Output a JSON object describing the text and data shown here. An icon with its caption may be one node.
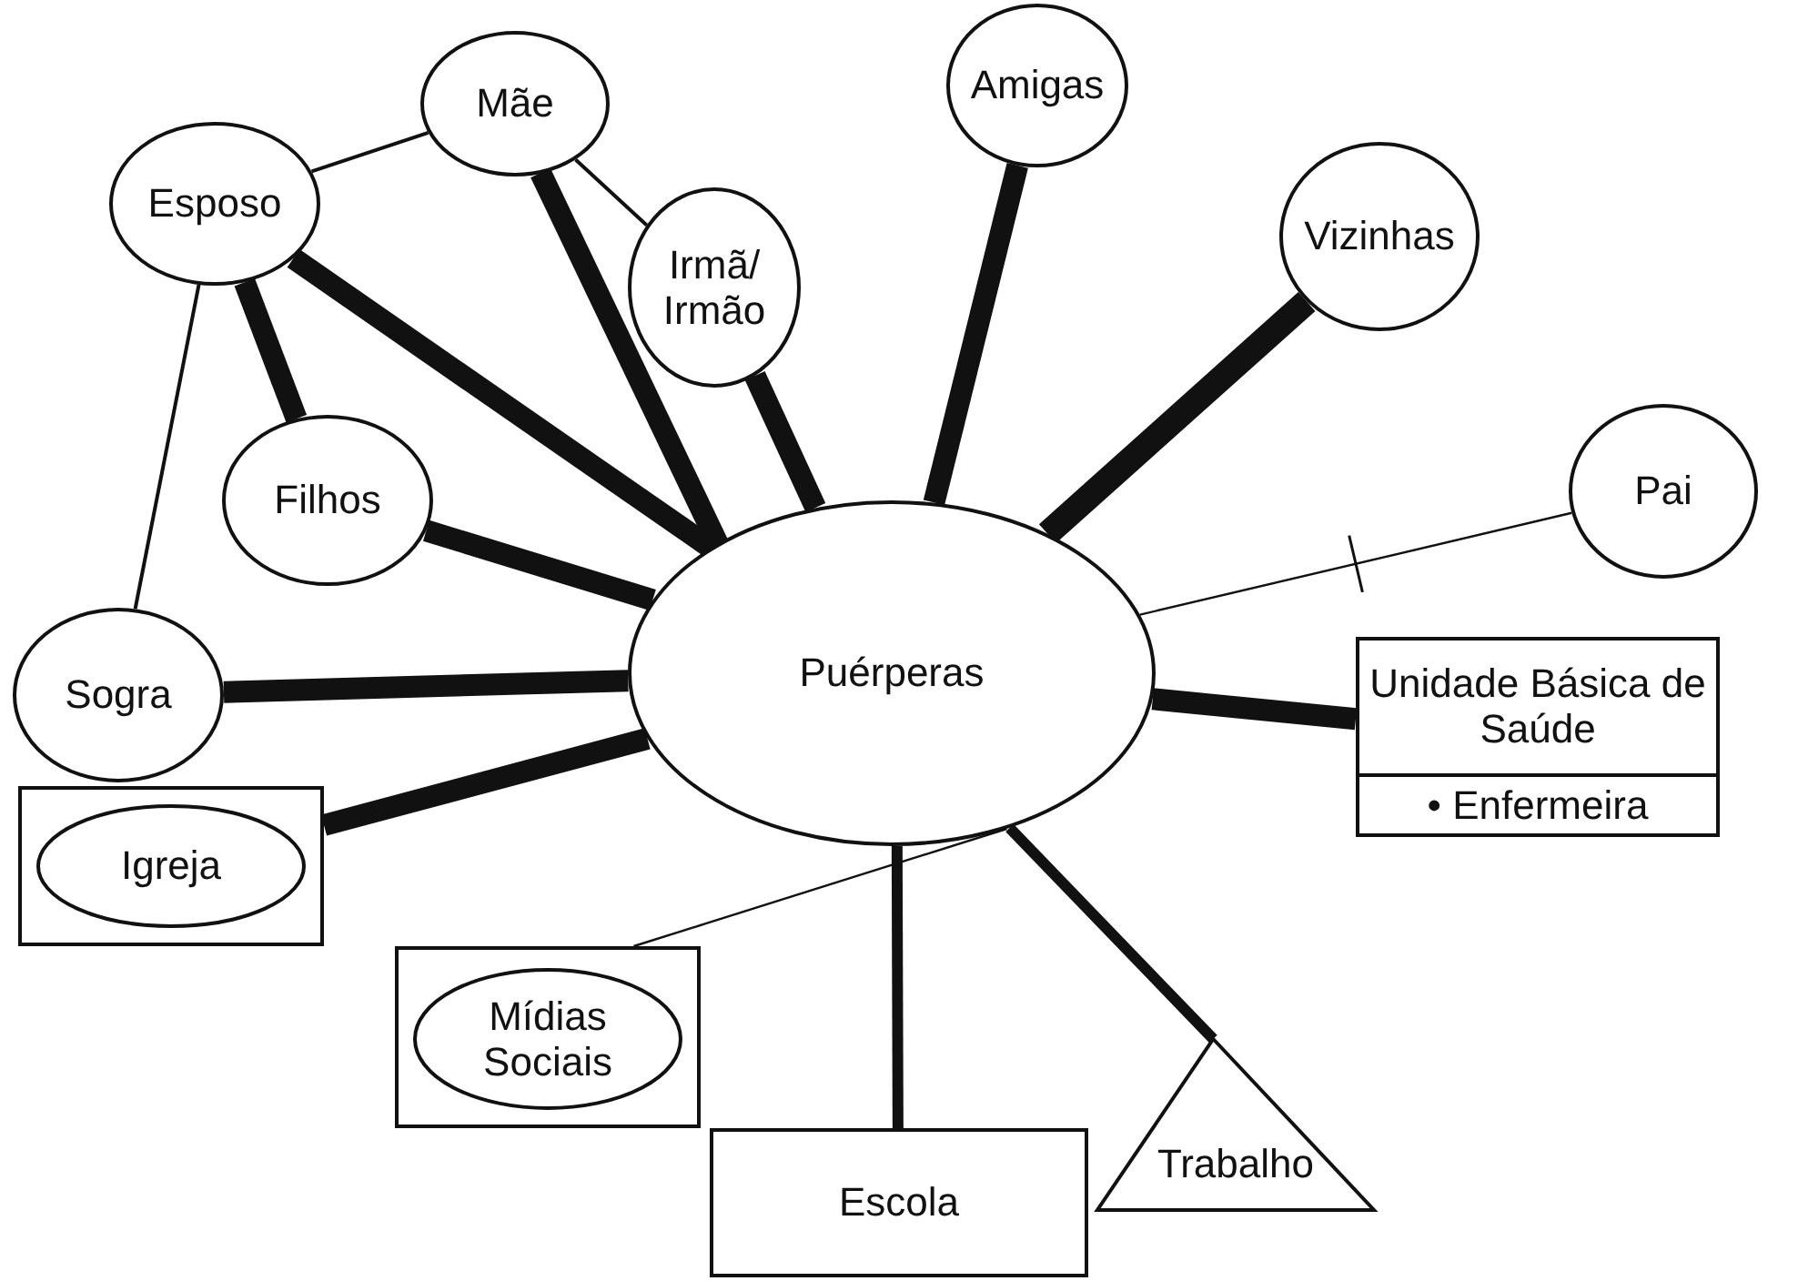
{
  "diagram": {
    "nodes": [
      {
        "text": [
          "Puérperas"
        ]
      },
      {
        "text": [
          "Mãe"
        ]
      },
      {
        "text": [
          "Esposo"
        ]
      },
      {
        "text": [
          "Amigas"
        ]
      },
      {
        "text": [
          "Vizinhas"
        ]
      },
      {
        "text": [
          "Irmã/ Irmão"
        ]
      },
      {
        "text": [
          "Filhos"
        ]
      },
      {
        "text": [
          "Pai"
        ]
      },
      {
        "text": [
          "Sogra"
        ]
      },
      {
        "text": [
          "Unidade Básica de Saúde",
          "• Enfermeira"
        ]
      },
      {
        "text": [],
        "shape": "box"
      },
      {
        "text": [
          "Igreja"
        ],
        "in": 10
      },
      {
        "text": [],
        "shape": "box"
      },
      {
        "text": [
          "Mídias Sociais"
        ],
        "in": 12
      },
      {
        "text": [
          "Trabalho"
        ]
      },
      {
        "text": [
          "Escola"
        ]
      }
    ],
    "edges": [
      {
        "from": 2,
        "to": 1,
        "arrow": "none"
      },
      {
        "from": 1,
        "to": 5,
        "arrow": "none"
      },
      {
        "from": 2,
        "to": 6,
        "arrow": "none"
      },
      {
        "from": 2,
        "to": 8,
        "arrow": "none"
      },
      {
        "from": 2,
        "to": 0,
        "arrow": "none"
      },
      {
        "from": 1,
        "to": 0,
        "arrow": "none"
      },
      {
        "from": 5,
        "to": 0,
        "arrow": "none"
      },
      {
        "from": 3,
        "to": 0,
        "arrow": "none"
      },
      {
        "from": 4,
        "to": 0,
        "arrow": "none"
      },
      {
        "from": 7,
        "to": 0,
        "arrow": "none"
      },
      {
        "from": 6,
        "to": 0,
        "arrow": "none"
      },
      {
        "from": 8,
        "to": 0,
        "arrow": "none"
      },
      {
        "from": 9,
        "to": 0,
        "arrow": "none"
      },
      {
        "from": 10,
        "to": 0,
        "arrow": "none"
      },
      {
        "from": 12,
        "to": 0,
        "arrow": "none"
      },
      {
        "from": 15,
        "to": 0,
        "arrow": "none"
      },
      {
        "from": 14,
        "to": 0,
        "arrow": "none"
      }
    ]
  }
}
